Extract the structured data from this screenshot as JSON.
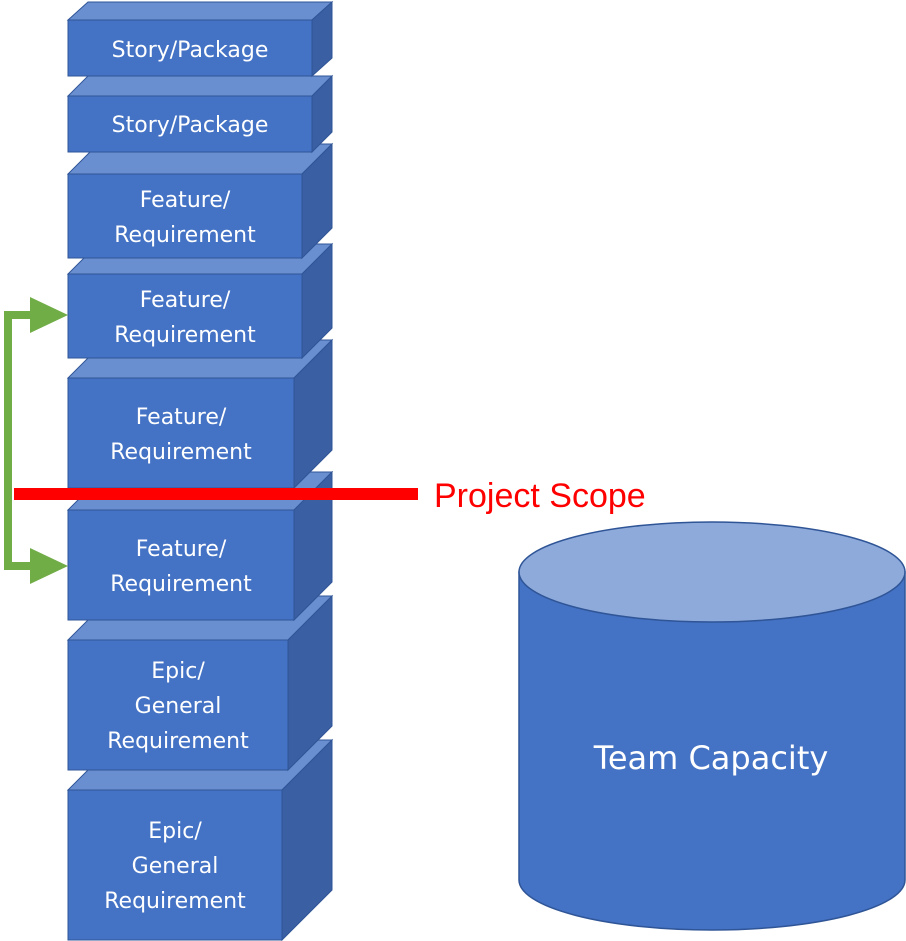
{
  "stack": {
    "blocks": [
      {
        "lines": [
          "Story/Package"
        ]
      },
      {
        "lines": [
          "Story/Package"
        ]
      },
      {
        "lines": [
          "Feature/",
          "Requirement"
        ]
      },
      {
        "lines": [
          "Feature/",
          "Requirement"
        ]
      },
      {
        "lines": [
          "Feature/",
          "Requirement"
        ]
      },
      {
        "lines": [
          "Feature/",
          "Requirement"
        ]
      },
      {
        "lines": [
          "Epic/",
          "General",
          "Requirement"
        ]
      },
      {
        "lines": [
          "Epic/",
          "General",
          "Requirement"
        ]
      }
    ]
  },
  "scope": {
    "label": "Project Scope",
    "color": "#ff0000"
  },
  "capacity": {
    "label": "Team Capacity"
  },
  "colors": {
    "front": "#4472c4",
    "top": "#6a8fd1",
    "side": "#3a5fa3",
    "edge": "#2f5597",
    "bracket": "#70ad47",
    "cylinder_top": "#8eaadb"
  }
}
